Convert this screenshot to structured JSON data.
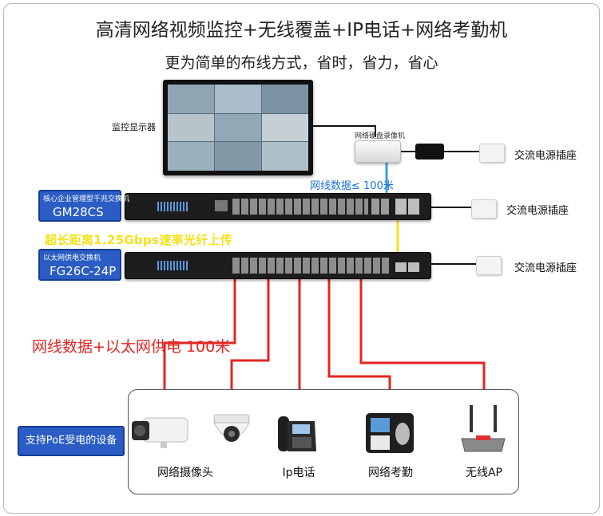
{
  "title": "高清网络视频监控+无线覆盖+IP电话+网络考勤机",
  "subtitle": "更为简单的布线方式，省时，省力，省心",
  "monitor_label": "监控显示器",
  "nvr_label": "网络硬盘录像机",
  "outlets": [
    "交流电源插座",
    "交流电源插座",
    "交流电源插座"
  ],
  "cable_data_label": "网线数据≤ 100米",
  "fiber_label": "超长距离1.25Gbps速率光纤上传",
  "poe_label": "网线数据+以太网供电 100米",
  "switch_core": {
    "caption": "核心企业管理型千兆交换机",
    "model": "GM28CS"
  },
  "switch_poe": {
    "caption": "以太网供电交换机",
    "model": "FG26C-24P"
  },
  "poe_devices_label": "支持PoE受电的设备",
  "devices": [
    {
      "label": "网络摄像头",
      "icon": "bullet-camera-icon"
    },
    {
      "label": "",
      "icon": "dome-camera-icon"
    },
    {
      "label": "Ip电话",
      "icon": "ip-phone-icon"
    },
    {
      "label": "网络考勤",
      "icon": "attendance-machine-icon"
    },
    {
      "label": "无线AP",
      "icon": "wireless-ap-icon"
    }
  ],
  "colors": {
    "blue_cable": "#36a3e6",
    "yellow_fiber": "#f2e21c",
    "red_cable": "#e32622",
    "badge_blue": "#2a5cc4"
  }
}
